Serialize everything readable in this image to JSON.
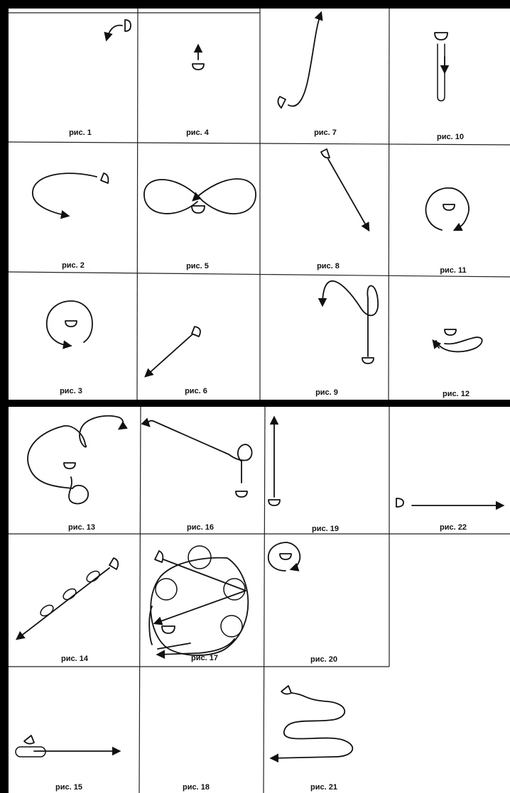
{
  "figures": [
    {
      "id": 1,
      "caption": "рис. 1"
    },
    {
      "id": 2,
      "caption": "рис. 2"
    },
    {
      "id": 3,
      "caption": "рис. 3"
    },
    {
      "id": 4,
      "caption": "рис. 4"
    },
    {
      "id": 5,
      "caption": "рис. 5"
    },
    {
      "id": 6,
      "caption": "рис. 6"
    },
    {
      "id": 7,
      "caption": "рис. 7"
    },
    {
      "id": 8,
      "caption": "рис. 8"
    },
    {
      "id": 9,
      "caption": "рис. 9"
    },
    {
      "id": 10,
      "caption": "рис. 10"
    },
    {
      "id": 11,
      "caption": "рис. 11"
    },
    {
      "id": 12,
      "caption": "рис. 12"
    },
    {
      "id": 13,
      "caption": "рис. 13"
    },
    {
      "id": 14,
      "caption": "рис. 14"
    },
    {
      "id": 15,
      "caption": "рис. 15"
    },
    {
      "id": 16,
      "caption": "рис. 16"
    },
    {
      "id": 17,
      "caption": "рис. 17"
    },
    {
      "id": 18,
      "caption": "рис. 18"
    },
    {
      "id": 19,
      "caption": "рис. 19"
    },
    {
      "id": 20,
      "caption": "рис. 20"
    },
    {
      "id": 21,
      "caption": "рис. 21"
    },
    {
      "id": 22,
      "caption": "рис. 22"
    }
  ]
}
